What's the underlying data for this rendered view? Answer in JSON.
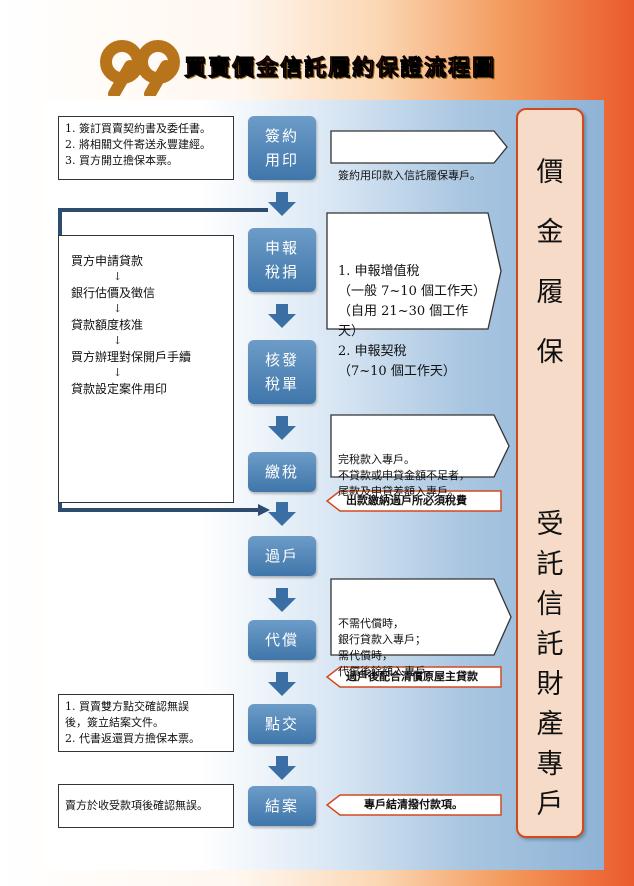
{
  "header": {
    "logo_text": "99",
    "title": "買賣價金信託履約保證流程圖"
  },
  "steps": [
    {
      "label": "簽約\n用印"
    },
    {
      "label": "申報\n稅捐"
    },
    {
      "label": "核發\n稅單"
    },
    {
      "label": "繳稅"
    },
    {
      "label": "過戶"
    },
    {
      "label": "代償"
    },
    {
      "label": "點交"
    },
    {
      "label": "結案"
    }
  ],
  "left_notes": {
    "contract": "1. 簽訂買賣契約書及委任書。\n2. 將相關文件寄送永豐建經。\n3. 買方開立擔保本票。",
    "loan_process": [
      "買方申請貸款",
      "銀行估價及徵信",
      "貸款額度核准",
      "買方辦理對保開戶手續",
      "貸款設定案件用印"
    ],
    "loan_arrow_glyph": "↓",
    "handover": "1. 買賣雙方點交確認無誤\n   後，簽立結案文件。\n2. 代書返還買方擔保本票。",
    "closing": "賣方於收受款項後確認無誤。"
  },
  "right_notes": {
    "contract_payment": "簽約用印款入信託履保專戶。",
    "tax_declare": "1. 申報增值稅\n（一般 7~10 個工作天）\n（自用 21~30 個工作天）\n2. 申報契稅\n（7~10 個工作天）",
    "tax_payment": "完稅款入專戶。\n不貸款或申貸金額不足者，\n尾款及申貸差額入專戶。",
    "tax_expense": "出款繳納過戶所必須稅費",
    "payoff": "不需代償時，\n銀行貸款入專戶；\n需代償時，\n代償後餘額入專戶。",
    "payoff_tag": "過戶後配合清償原屋主貸款",
    "closing_tag": "專戶結清撥付款項。"
  },
  "side_banner": {
    "top": [
      "價",
      "金",
      "履",
      "保"
    ],
    "bottom": [
      "受",
      "託",
      "信",
      "託",
      "財",
      "產",
      "專",
      "戶"
    ]
  },
  "colors": {
    "step_box": "#4a7fb3",
    "title_red": "#e0281e",
    "logo_brown": "#b8741a",
    "tag_border": "#d04a20",
    "side_border": "#d04a20",
    "arrow": "#3a6ea5"
  }
}
